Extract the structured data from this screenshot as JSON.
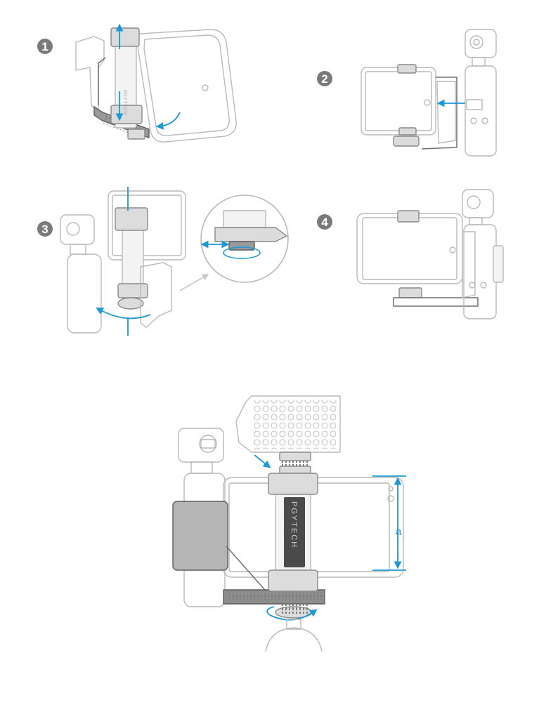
{
  "steps": [
    {
      "number": "1"
    },
    {
      "number": "2"
    },
    {
      "number": "3"
    },
    {
      "number": "4"
    }
  ],
  "brand_text": "PGYTECH",
  "dimension_label": "a",
  "colors": {
    "accent": "#1a9ad6",
    "badge": "#7a7a7a",
    "outline": "#b9b9b9",
    "bracket": "#6f6f6f"
  }
}
